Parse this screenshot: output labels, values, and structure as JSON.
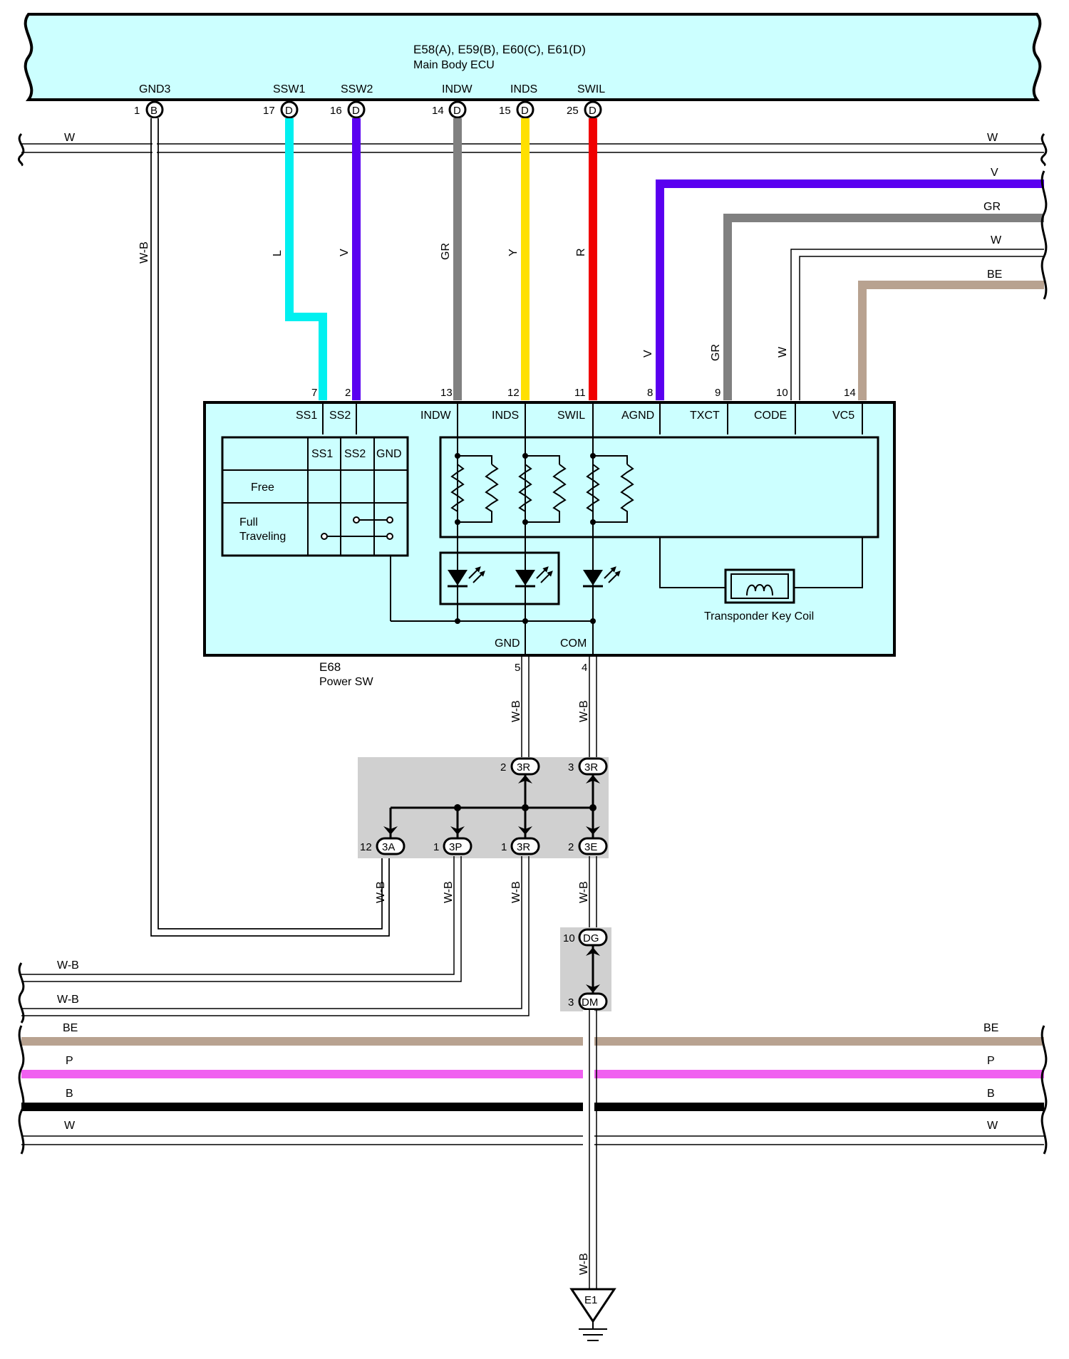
{
  "ecu": {
    "title_line1": "E58(A), E59(B), E60(C), E61(D)",
    "title_line2": "Main Body ECU",
    "terminals": [
      {
        "name": "GND3",
        "pin": "1",
        "conn": "B"
      },
      {
        "name": "SSW1",
        "pin": "17",
        "conn": "D"
      },
      {
        "name": "SSW2",
        "pin": "16",
        "conn": "D"
      },
      {
        "name": "INDW",
        "pin": "14",
        "conn": "D"
      },
      {
        "name": "INDS",
        "pin": "15",
        "conn": "D"
      },
      {
        "name": "SWIL",
        "pin": "25",
        "conn": "D"
      }
    ]
  },
  "power_sw": {
    "code": "E68",
    "name": "Power SW",
    "top_terminals": [
      {
        "pin": "7",
        "name": "SS1"
      },
      {
        "pin": "2",
        "name": "SS2"
      },
      {
        "pin": "13",
        "name": "INDW"
      },
      {
        "pin": "12",
        "name": "INDS"
      },
      {
        "pin": "11",
        "name": "SWIL"
      },
      {
        "pin": "8",
        "name": "AGND"
      },
      {
        "pin": "9",
        "name": "TXCT"
      },
      {
        "pin": "10",
        "name": "CODE"
      },
      {
        "pin": "14",
        "name": "VC5"
      }
    ],
    "bottom_terminals": [
      {
        "pin": "5",
        "name": "GND"
      },
      {
        "pin": "4",
        "name": "COM"
      }
    ],
    "switch_table": {
      "headers": [
        "SS1",
        "SS2",
        "GND"
      ],
      "rows": [
        "Free",
        "Full\nTraveling"
      ]
    },
    "coil_label": "Transponder Key Coil"
  },
  "wires": {
    "ecu_drops": [
      "W-B",
      "L",
      "V",
      "GR",
      "Y",
      "R"
    ],
    "right_inputs": [
      "V",
      "GR",
      "W",
      "BE"
    ],
    "right_vertical": [
      "V",
      "GR",
      "W"
    ],
    "sw_lower": [
      "W-B",
      "W-B"
    ],
    "junction_lower": [
      "W-B",
      "W-B",
      "W-B",
      "W-B"
    ],
    "left_buses": [
      "W-B",
      "W-B"
    ],
    "ground_wire": "W-B"
  },
  "bus_lines": {
    "top": {
      "left": "W",
      "right": "W"
    },
    "bottom": [
      {
        "label": "BE",
        "color": "#B8A290"
      },
      {
        "label": "P",
        "color": "#F060F0"
      },
      {
        "label": "B",
        "color": "#000000"
      },
      {
        "label": "W",
        "color": "#ffffff"
      }
    ]
  },
  "connectors": {
    "j3R_top_a": {
      "pin": "2",
      "name": "3R"
    },
    "j3R_top_b": {
      "pin": "3",
      "name": "3R"
    },
    "j3A": {
      "pin": "12",
      "name": "3A"
    },
    "j3P": {
      "pin": "1",
      "name": "3P"
    },
    "j3R_bot": {
      "pin": "1",
      "name": "3R"
    },
    "j3E": {
      "pin": "2",
      "name": "3E"
    },
    "jDG": {
      "pin": "10",
      "name": "DG"
    },
    "jDM": {
      "pin": "3",
      "name": "DM"
    }
  },
  "ground": {
    "name": "E1"
  },
  "colors": {
    "light_blue_wire": "#00F0F0",
    "violet_wire": "#5A00F0",
    "gray_wire": "#808080",
    "yellow_wire": "#FFE000",
    "red_wire": "#F00000",
    "beige_wire": "#B8A290",
    "component_fill": "#CCFFFF",
    "junction_fill": "#D0D0D0"
  }
}
